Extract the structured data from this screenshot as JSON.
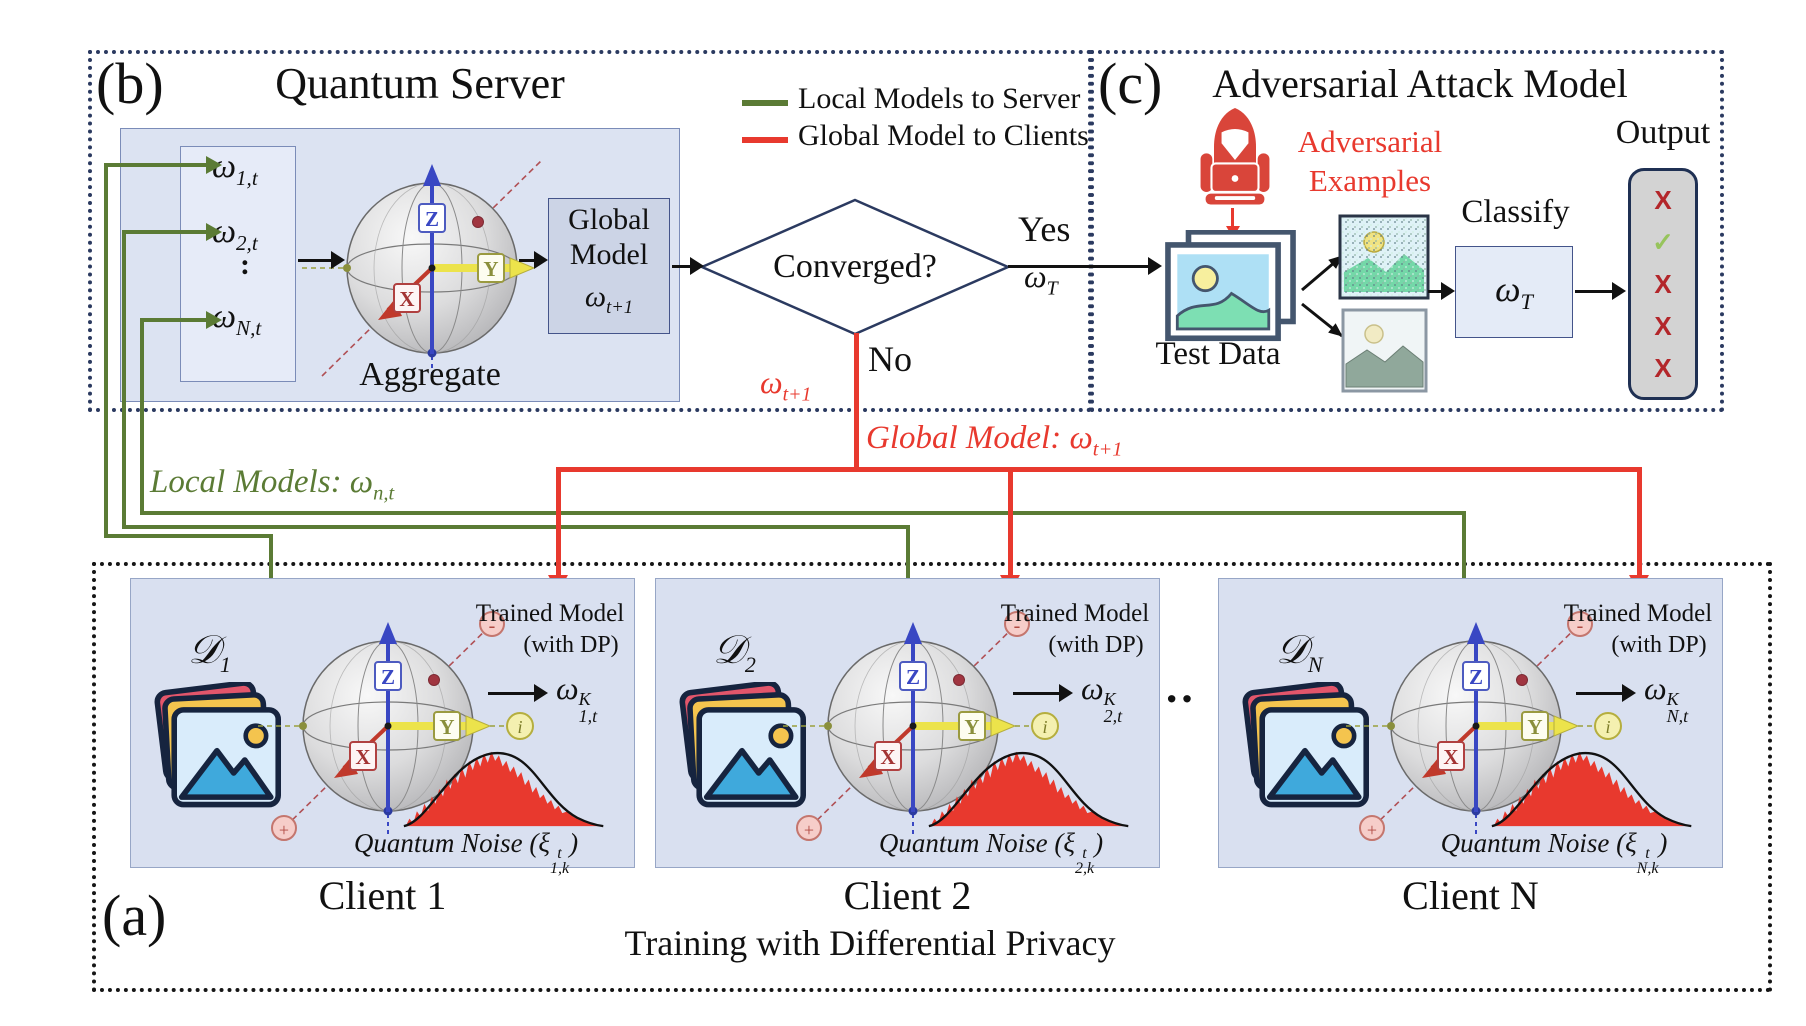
{
  "panel_b": {
    "tag": "(b)",
    "title": "Quantum Server"
  },
  "panel_c": {
    "tag": "(c)",
    "title": "Adversarial Attack Model"
  },
  "panel_a": {
    "tag": "(a)",
    "caption": "Training with Differential Privacy"
  },
  "legend": {
    "local": "Local Models to Server",
    "global": "Global Model to Clients",
    "local_color": "#5b7b35",
    "global_color": "#e8392e"
  },
  "server": {
    "weights": [
      {
        "base": "ω",
        "sub": "1,t"
      },
      {
        "base": "ω",
        "sub": "2,t"
      },
      {
        "base": "ω",
        "sub": "N,t"
      }
    ],
    "weights_dots": ":",
    "aggregate": "Aggregate",
    "global_box": {
      "line1": "Global",
      "line2": "Model",
      "omega": "ω",
      "omega_sub": "t+1"
    }
  },
  "flow": {
    "converged": "Converged?",
    "yes": "Yes",
    "no": "No",
    "omega_T": "ω",
    "omega_T_sub": "T",
    "omega_next": "ω",
    "omega_next_sub": "t+1",
    "global_label": "Global Model: ω",
    "global_label_sub": "t+1",
    "local_label": "Local Models: ω",
    "local_label_sub": "n,t"
  },
  "attack": {
    "adv1": "Adversarial",
    "adv2": "Examples",
    "test_data": "Test Data",
    "classify": "Classify",
    "omega": "ω",
    "omega_sub": "T",
    "output": "Output",
    "results": [
      {
        "glyph": "X"
      },
      {
        "glyph": "✓"
      },
      {
        "glyph": "X"
      },
      {
        "glyph": "X"
      },
      {
        "glyph": "X"
      }
    ],
    "x_color": "#b3262a",
    "check_color": "#97c45c"
  },
  "clients": [
    {
      "name": "Client 1",
      "dataset": "𝒟",
      "dataset_sub": "1",
      "trained1": "Trained Model",
      "trained2": "(with DP)",
      "omega": "ω",
      "omega_sup": "K",
      "omega_sub": "1,t",
      "noise_prefix": "Quantum Noise (ξ",
      "noise_sup": "t",
      "noise_sub": "1,k",
      "noise_suffix": ")"
    },
    {
      "name": "Client 2",
      "dataset": "𝒟",
      "dataset_sub": "2",
      "trained1": "Trained Model",
      "trained2": "(with DP)",
      "omega": "ω",
      "omega_sup": "K",
      "omega_sub": "2,t",
      "noise_prefix": "Quantum Noise (ξ",
      "noise_sup": "t",
      "noise_sub": "2,k",
      "noise_suffix": ")"
    },
    {
      "name": "Client N",
      "dataset": "𝒟",
      "dataset_sub": "N",
      "trained1": "Trained Model",
      "trained2": "(with DP)",
      "omega": "ω",
      "omega_sup": "K",
      "omega_sub": "N,t",
      "noise_prefix": "Quantum Noise (ξ",
      "noise_sup": "t",
      "noise_sub": "N,k",
      "noise_suffix": ")"
    }
  ],
  "ellipsis": "··",
  "bloch": {
    "x": "X",
    "y": "Y",
    "z": "Z",
    "i": "i",
    "plus": "+",
    "minus": "-"
  }
}
